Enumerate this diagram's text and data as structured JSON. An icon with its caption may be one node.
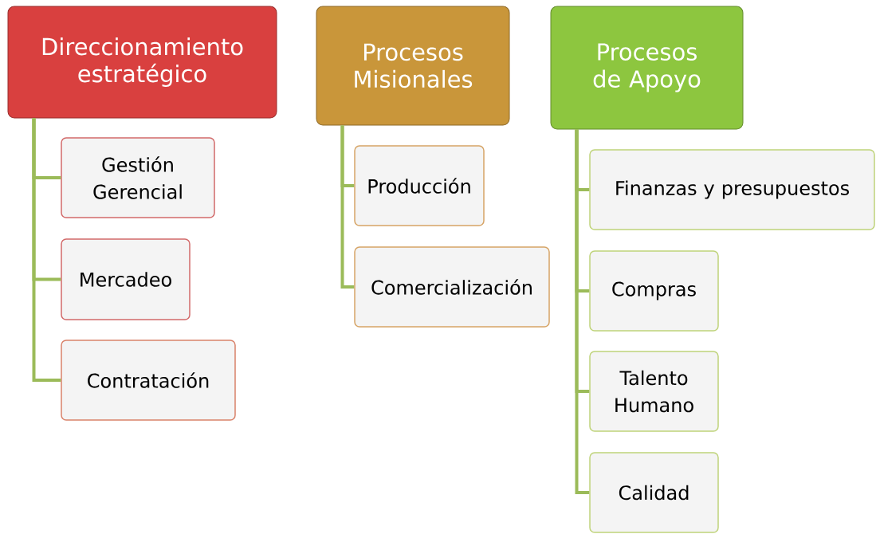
{
  "diagram": {
    "nodes": [
      {
        "text": [
          "Direccionamiento estratégico"
        ]
      },
      {
        "text": [
          "Gestión Gerencial"
        ]
      },
      {
        "text": [
          "Mercadeo"
        ]
      },
      {
        "text": [
          "Contratación"
        ]
      },
      {
        "text": [
          "Procesos Misionales"
        ]
      },
      {
        "text": [
          "Producción"
        ]
      },
      {
        "text": [
          "Comercialización"
        ]
      },
      {
        "text": [
          "Procesos de Apoyo"
        ]
      },
      {
        "text": [
          "Finanzas y presupuestos"
        ]
      },
      {
        "text": [
          "Compras"
        ]
      },
      {
        "text": [
          "Talento Humano"
        ]
      },
      {
        "text": [
          "Calidad"
        ]
      }
    ],
    "edges": [
      {
        "from": 0,
        "to": 1,
        "arrow": "none"
      },
      {
        "from": 0,
        "to": 2,
        "arrow": "none"
      },
      {
        "from": 0,
        "to": 3,
        "arrow": "none"
      },
      {
        "from": 4,
        "to": 5,
        "arrow": "none"
      },
      {
        "from": 4,
        "to": 6,
        "arrow": "none"
      },
      {
        "from": 7,
        "to": 8,
        "arrow": "none"
      },
      {
        "from": 7,
        "to": 9,
        "arrow": "none"
      },
      {
        "from": 7,
        "to": 10,
        "arrow": "none"
      },
      {
        "from": 7,
        "to": 11,
        "arrow": "none"
      }
    ]
  }
}
